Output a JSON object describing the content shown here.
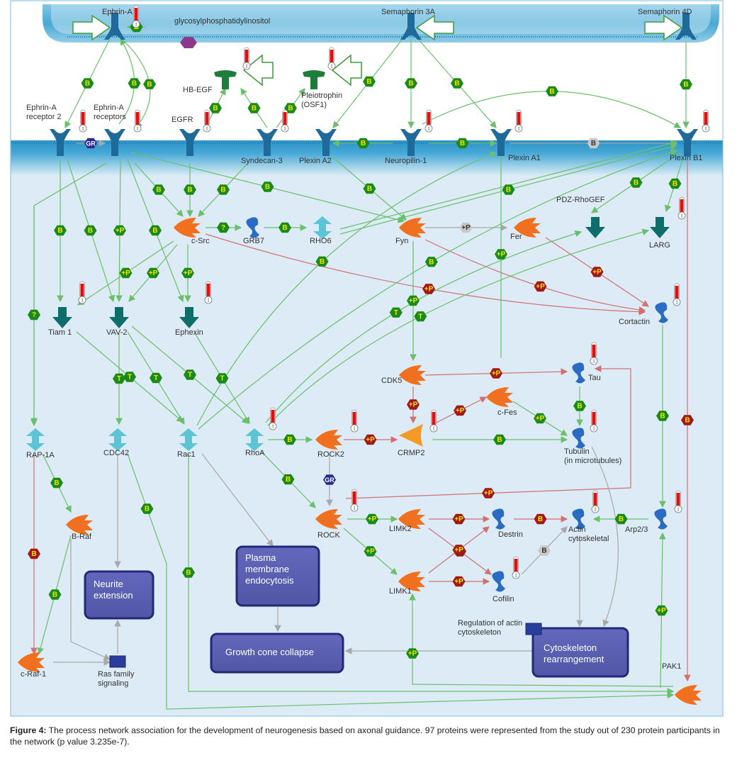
{
  "caption": {
    "prefix": "Figure 4:",
    "text": " The process network association for the development of neurogenesis based on axonal guidance. 97 proteins were represented from the study out of 230 protein participants in the network (p value 3.235e-7)."
  },
  "colors": {
    "membrane": "#3aa0cf",
    "cytoplasm": "#dceaf4",
    "receptor": "#1e6a9a",
    "kinase": "#f07020",
    "gef": "#0e6e6a",
    "gtpase": "#5cc4d4",
    "structural": "#2a6cc4",
    "ligand": "#1e7d3a",
    "activation_edge": "#6abf6a",
    "phosphorylation_inhibit_edge": "#d07070",
    "neutral_edge": "#a8a8a8",
    "hex_green": "#1a8a1a",
    "hex_red": "#a01818",
    "hex_gray": "#c8c8c8",
    "hex_navy": "#2a2a90",
    "process_box": "#5b5fb0",
    "process_border": "#25287a"
  },
  "nodes": [
    {
      "id": "ephrinA",
      "label": "Ephrin-A",
      "type": "receptor-top",
      "thermometer": true
    },
    {
      "id": "gpi",
      "label": "glycosylphosphatidylinositol",
      "type": "compound"
    },
    {
      "id": "sema3a",
      "label": "Semaphorin 3A",
      "type": "receptor-top"
    },
    {
      "id": "sema4d",
      "label": "Semaphorin 4D",
      "type": "receptor-top"
    },
    {
      "id": "hbegf",
      "label": "HB-EGF",
      "type": "ligand",
      "thermometer": true
    },
    {
      "id": "ptn",
      "label": "Pleiotrophin (OSF1)",
      "type": "ligand",
      "thermometer": true
    },
    {
      "id": "epha2",
      "label": "Ephrin-A receptor 2",
      "type": "receptor",
      "thermometer": true
    },
    {
      "id": "ephars",
      "label": "Ephrin-A receptors",
      "type": "receptor",
      "thermometer": true
    },
    {
      "id": "egfr",
      "label": "EGFR",
      "type": "receptor",
      "thermometer": true
    },
    {
      "id": "sdc3",
      "label": "Syndecan-3",
      "type": "receptor",
      "thermometer": true
    },
    {
      "id": "plxna2",
      "label": "Plexin A2",
      "type": "receptor"
    },
    {
      "id": "nrp1",
      "label": "Neuropilin-1",
      "type": "receptor",
      "thermometer": true
    },
    {
      "id": "plxna1",
      "label": "Plexin A1",
      "type": "receptor",
      "thermometer": true
    },
    {
      "id": "plxnb1",
      "label": "Plexin B1",
      "type": "receptor",
      "thermometer": true
    },
    {
      "id": "csrc",
      "label": "c-Src",
      "type": "kinase"
    },
    {
      "id": "grb7",
      "label": "GRB7",
      "type": "adaptor"
    },
    {
      "id": "rho6",
      "label": "RHO6",
      "type": "gtpase"
    },
    {
      "id": "fyn",
      "label": "Fyn",
      "type": "kinase"
    },
    {
      "id": "fer",
      "label": "Fer",
      "type": "kinase"
    },
    {
      "id": "pdzrhogef",
      "label": "PDZ-RhoGEF",
      "type": "gef"
    },
    {
      "id": "larg",
      "label": "LARG",
      "type": "gef",
      "thermometer": true
    },
    {
      "id": "tiam1",
      "label": "Tiam 1",
      "type": "gef",
      "thermometer": true
    },
    {
      "id": "vav2",
      "label": "VAV-2",
      "type": "gef"
    },
    {
      "id": "ephexin",
      "label": "Ephexin",
      "type": "gef",
      "thermometer": true
    },
    {
      "id": "cortactin",
      "label": "Cortactin",
      "type": "structural",
      "thermometer": true
    },
    {
      "id": "cdk5",
      "label": "CDK5",
      "type": "kinase"
    },
    {
      "id": "tau",
      "label": "Tau",
      "type": "structural",
      "thermometer": true
    },
    {
      "id": "cfes",
      "label": "c-Fes",
      "type": "kinase"
    },
    {
      "id": "crmp2",
      "label": "CRMP2",
      "type": "enzyme",
      "thermometer": true
    },
    {
      "id": "tubulin",
      "label": "Tubulin\n(in microtubules)",
      "type": "structural",
      "thermometer": true
    },
    {
      "id": "rap1a",
      "label": "RAP-1A",
      "type": "gtpase"
    },
    {
      "id": "cdc42",
      "label": "CDC42",
      "type": "gtpase"
    },
    {
      "id": "rac1",
      "label": "Rac1",
      "type": "gtpase"
    },
    {
      "id": "rhoa",
      "label": "RhoA",
      "type": "gtpase",
      "thermometer": true
    },
    {
      "id": "rock2",
      "label": "ROCK2",
      "type": "kinase",
      "thermometer": true
    },
    {
      "id": "rock",
      "label": "ROCK",
      "type": "kinase",
      "thermometer": true
    },
    {
      "id": "limk2",
      "label": "LIMK2",
      "type": "kinase"
    },
    {
      "id": "limk1",
      "label": "LIMK1",
      "type": "kinase"
    },
    {
      "id": "destrin",
      "label": "Destrin",
      "type": "structural"
    },
    {
      "id": "cofilin",
      "label": "Cofilin",
      "type": "structural",
      "thermometer": true
    },
    {
      "id": "actin",
      "label": "Actin\ncytoskeletal",
      "type": "structural",
      "thermometer": true
    },
    {
      "id": "arp23",
      "label": "Arp2/3",
      "type": "structural",
      "thermometer": true
    },
    {
      "id": "braf",
      "label": "B-Raf",
      "type": "kinase"
    },
    {
      "id": "craf1",
      "label": "c-Raf-1",
      "type": "kinase"
    },
    {
      "id": "pak1",
      "label": "PAK1",
      "type": "kinase"
    },
    {
      "id": "rasfam",
      "label": "Ras family\nsignaling",
      "type": "process-small"
    },
    {
      "id": "regactin",
      "label": "Regulation of actin\ncytoskeleton",
      "type": "process-small"
    }
  ],
  "processes": [
    {
      "id": "neurite",
      "label": "Neurite\nextension"
    },
    {
      "id": "endo",
      "label": "Plasma\nmembrane\nendocytosis"
    },
    {
      "id": "gcc",
      "label": "Growth cone collapse"
    },
    {
      "id": "cytoskel",
      "label": "Cytoskeleton\nrearrangement"
    }
  ],
  "thermometer_value": "1",
  "hex_badges": {
    "binding": "B",
    "phosphorylation": "+P",
    "transformation": "T",
    "unspecified": "?",
    "group_relation": "GR"
  }
}
